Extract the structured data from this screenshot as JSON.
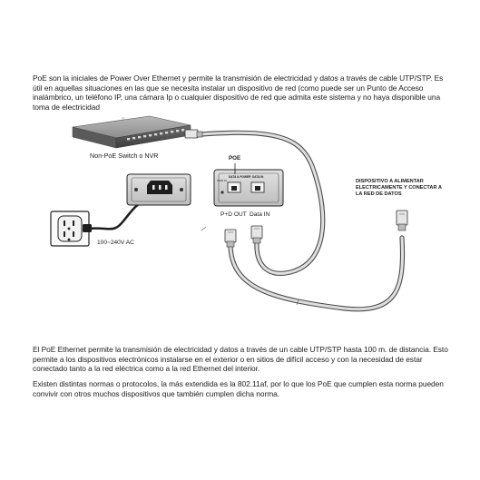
{
  "intro_text": "PoE son la iniciales de Power Over Ethernet y permite la transmisión de electricidad y datos a través de cable UTP/STP. Es útil en aquellas situaciones en las que se necesita instalar un dispositivo de red (como puede ser un Punto de Acceso inalámbrico, un teléfono IP, una cámara Ip o cualquier dispositivo de red que admita este sistema y no haya disponible una toma de electricidad",
  "diagram": {
    "switch_label": "Non-PoE Switch o NVR",
    "poe_label": "POE",
    "data_power_port": "DATA & POWER",
    "data_in_port": "DATA IN",
    "pwr_in_label": "PWR IN",
    "pd_out_label": "P+D OUT",
    "data_in_label": "Data IN",
    "voltage_label": "100~240V AC",
    "device_label_line1": "DISPOSITIVO A ALIMENTAR",
    "device_label_line2": "ELECTRICAMENTE Y CONECTAR A",
    "device_label_line3": "LA RED DE DATOS"
  },
  "body_text_1": "El PoE Ethernet permite la transmisión de electricidad y datos a través de un cable UTP/STP hasta 100 m. de distancia. Esto permite a los dispositivos electrónicos instalarse en el exterior o en sitios de difícil acceso y con la necesidad de estar conectado tanto a la red eléctrica como a la red Ethernet del interior.",
  "body_text_2": "Existen distintas normas o protocolos, la más extendida es la 802.11af, por lo que los PoE que cumplen esta norma pueden convivir con otros muchos dispositivos que también cumplen dicha norma."
}
